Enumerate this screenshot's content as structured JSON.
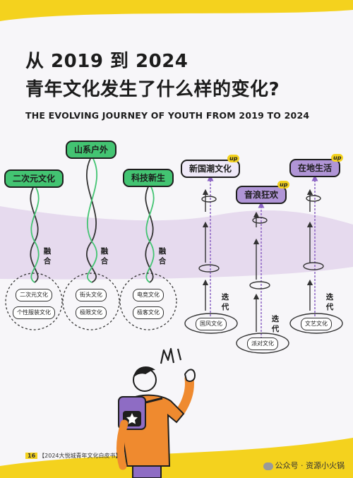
{
  "title_line1": "从 2019 到 2024",
  "title_line2": "青年文化发生了什么样的变化?",
  "subtitle": "THE EVOLVING JOURNEY OF YOUTH FROM 2019 TO 2024",
  "fusion": {
    "verb": "融合",
    "items": [
      {
        "tag": "二次元文化",
        "sources": [
          "二次元文化",
          "个性服装文化"
        ]
      },
      {
        "tag": "山系户外",
        "sources": [
          "街头文化",
          "极限文化"
        ]
      },
      {
        "tag": "科技新生",
        "sources": [
          "电竞文化",
          "极客文化"
        ]
      }
    ]
  },
  "iteration": {
    "verb": "迭代",
    "badge": "up",
    "items": [
      {
        "tag": "新国潮文化",
        "source": "国风文化"
      },
      {
        "tag": "音浪狂欢",
        "source": "派对文化"
      },
      {
        "tag": "在地生活",
        "source": "文艺文化"
      }
    ]
  },
  "footer": {
    "page": "16",
    "publication": "【2024大悦城青年文化白皮书】"
  },
  "watermark": "公众号 · 资源小火锅",
  "colors": {
    "green": "#43c472",
    "purple": "#b095d6",
    "yellow": "#f4d21e",
    "lavender": "#e7dcef",
    "orange": "#ef8a2f",
    "dark": "#1e1e1e"
  }
}
